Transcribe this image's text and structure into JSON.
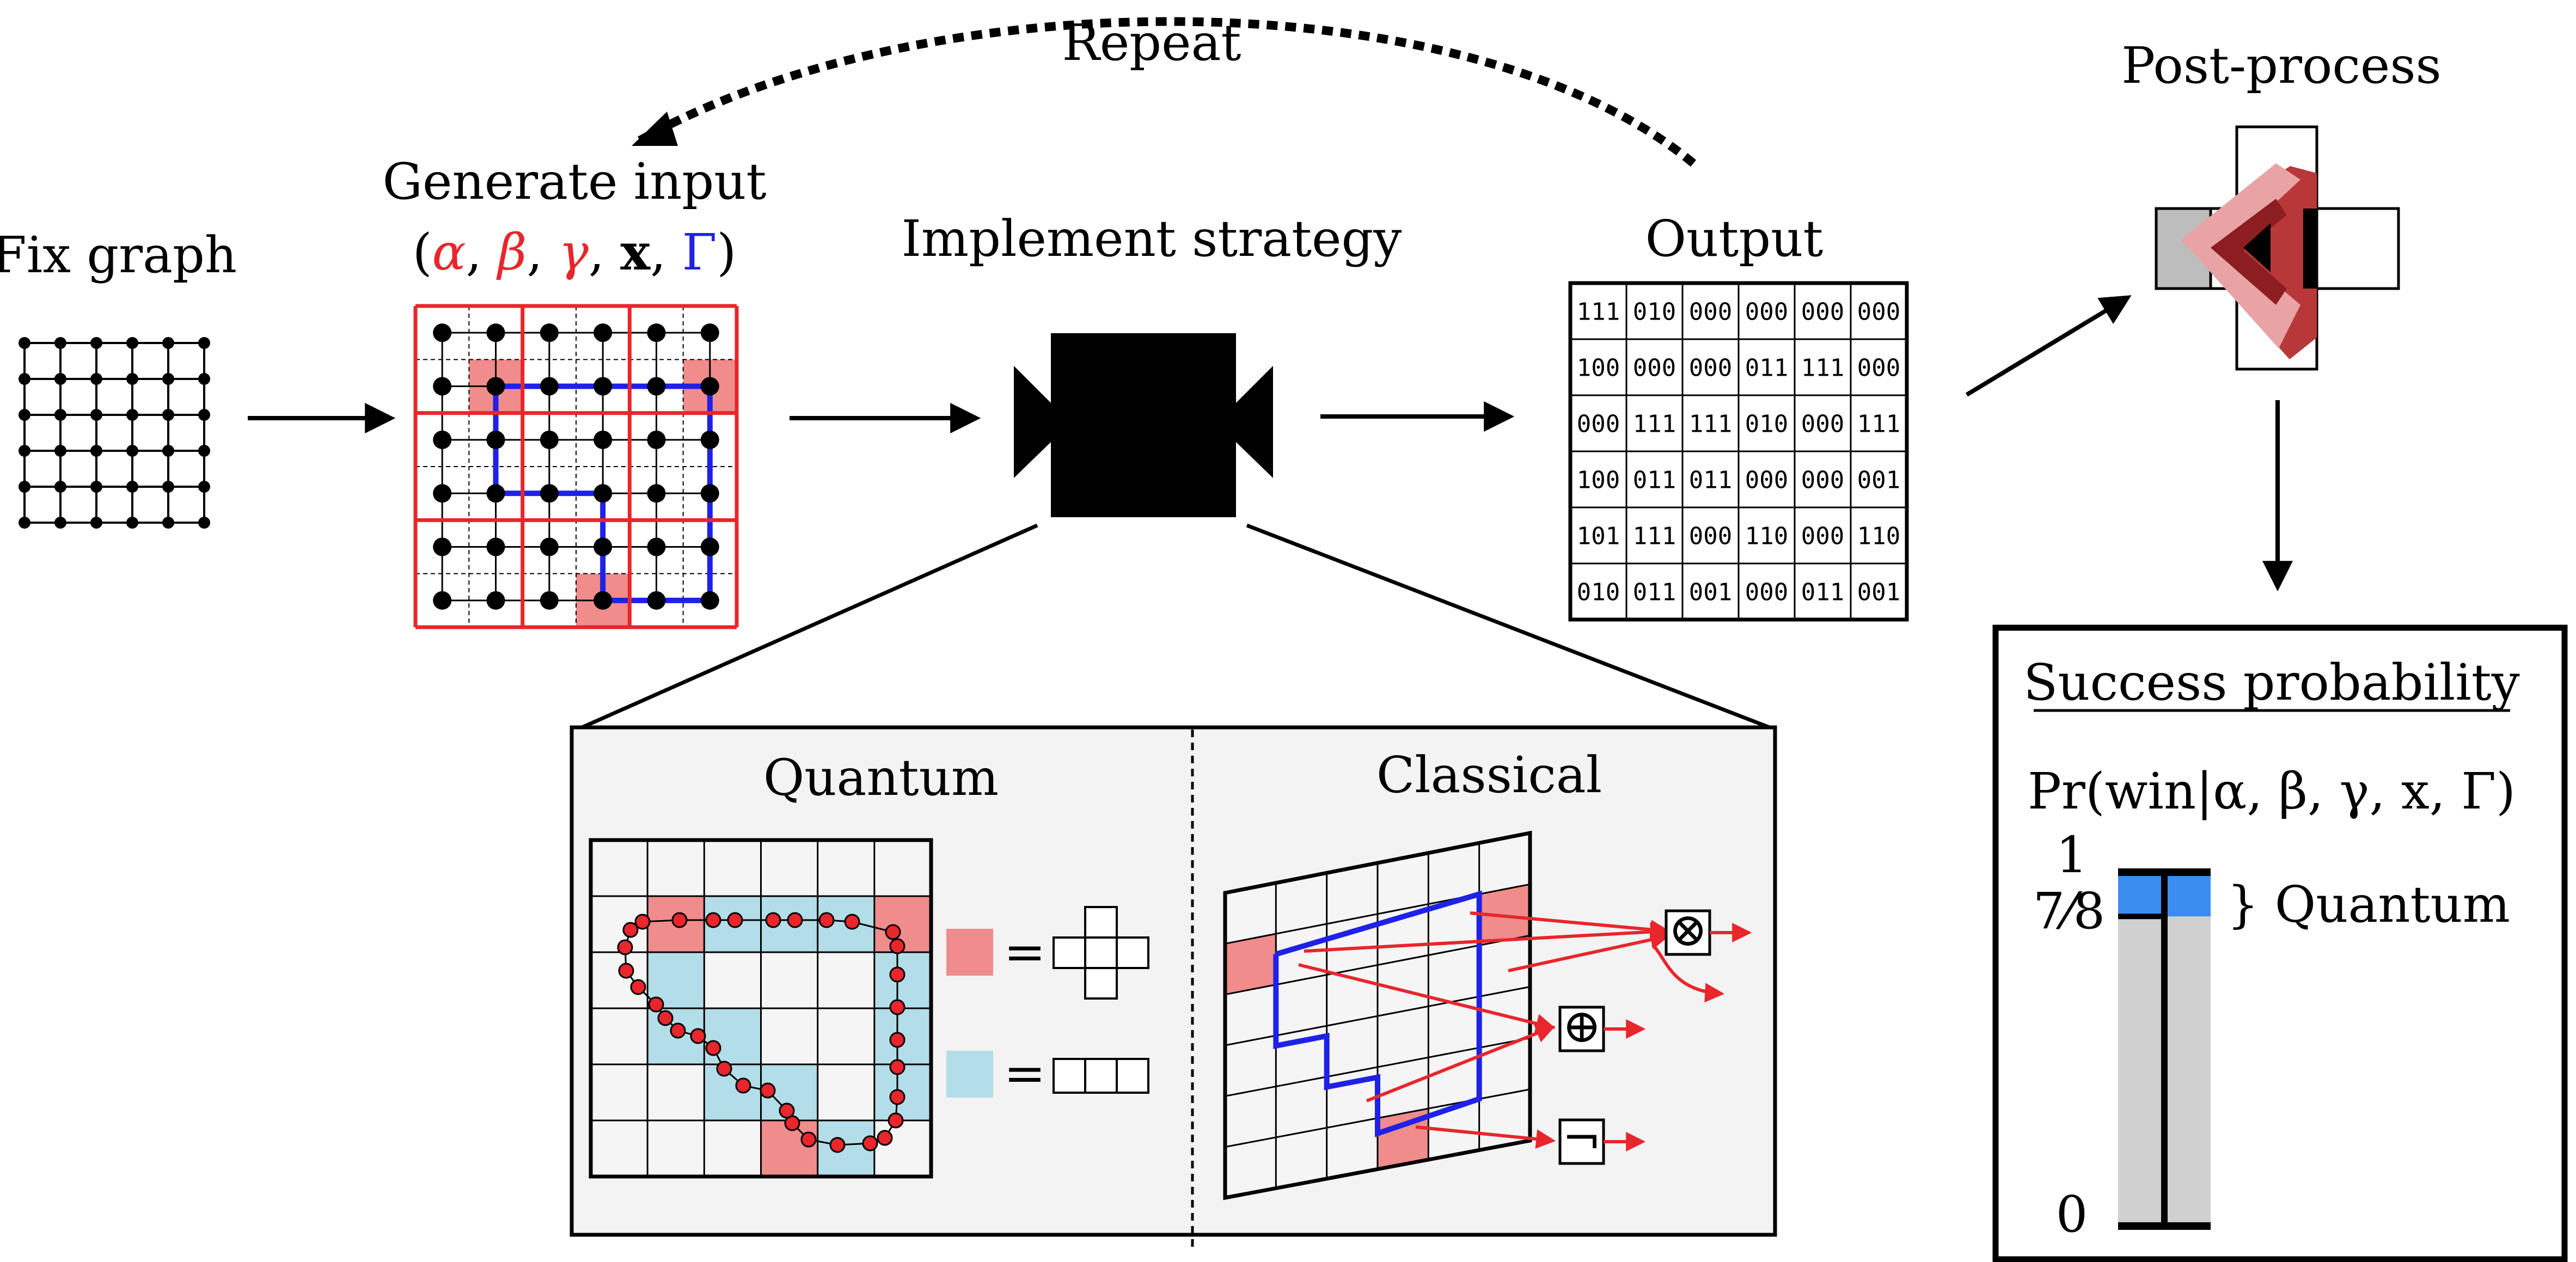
{
  "labels": {
    "fix_graph": "Fix graph",
    "generate_input": "Generate input",
    "input_tuple": [
      "(",
      "α",
      ", ",
      "β",
      ", ",
      "γ",
      ", ",
      "x",
      ", ",
      "Γ",
      ")"
    ],
    "implement_strategy": "Implement strategy",
    "output": "Output",
    "post_process": "Post-process",
    "repeat": "Repeat",
    "quantum_panel": "Quantum",
    "classical_panel": "Classical",
    "success_probability": "Success probability",
    "pr_expression": "Pr(win|α, β, γ, x, Γ)",
    "equals": "=",
    "prob_top": "1",
    "prob_quantum_lower": "7⁄8",
    "prob_bottom": "0",
    "quantum_brace_label": "} Quantum"
  },
  "output_table": [
    [
      "111",
      "010",
      "000",
      "000",
      "000",
      "000"
    ],
    [
      "100",
      "000",
      "000",
      "011",
      "111",
      "000"
    ],
    [
      "000",
      "111",
      "111",
      "010",
      "000",
      "111"
    ],
    [
      "100",
      "011",
      "011",
      "000",
      "000",
      "001"
    ],
    [
      "101",
      "111",
      "000",
      "110",
      "000",
      "110"
    ],
    [
      "010",
      "011",
      "001",
      "000",
      "011",
      "001"
    ]
  ],
  "gates": {
    "and": "⊗",
    "xor": "⊕",
    "not": "¬"
  },
  "probability": {
    "quantum_lower": 0.875,
    "quantum_upper": 1.0,
    "classical_max": 0.875
  },
  "colors": {
    "red": "#e8262b",
    "blue": "#1f22e6",
    "pink": "#f08c8c",
    "light_blue": "#b3dde8",
    "bar_blue": "#3c8df0",
    "bar_gray": "#d0d0d0",
    "panel_bg": "#f3f3f3"
  }
}
